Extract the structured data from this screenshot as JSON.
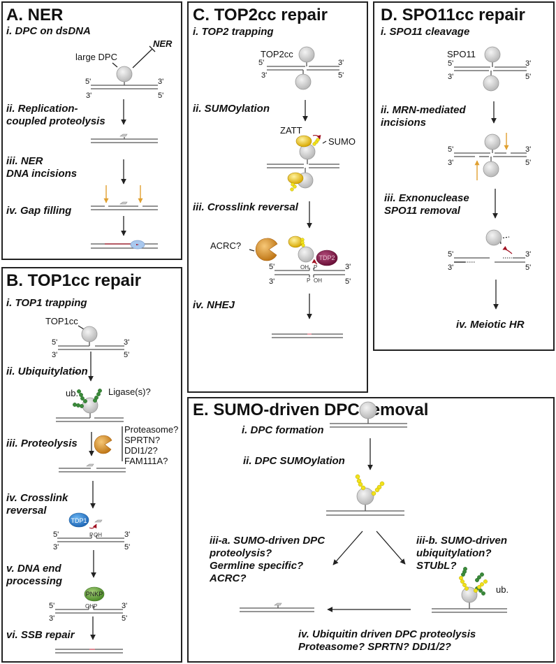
{
  "figure": {
    "colors": {
      "dna": "#555555",
      "protein": "#d0d0d0",
      "incision_arrow": "#e0a030",
      "repair_arrow": "#a01020",
      "ubiquitin": "#3a8a3a",
      "sumo": "#f2e21a",
      "zatt": "#e8c020",
      "protease": "#e09a30",
      "tdp1": "#2f86d6",
      "tdp2": "#8a1e4e",
      "pnkp": "#6aa83a",
      "polymerase": "#a9c8ee"
    },
    "ends": {
      "five": "5'",
      "three": "3'"
    },
    "panels": {
      "A": {
        "title": "A. NER",
        "steps": [
          "i. DPC on dsDNA",
          "ii. Replication-\ncoupled proteolysis",
          "iii. NER\nDNA incisions",
          "iv. Gap filling"
        ],
        "labels": {
          "large_dpc": "large DPC",
          "ner": "NER"
        }
      },
      "B": {
        "title": "B. TOP1cc repair",
        "steps": [
          "i. TOP1 trapping",
          "ii. Ubiquitylation",
          "iii. Proteolysis",
          "iv. Crosslink\nreversal",
          "v. DNA end\nprocessing",
          "vi. SSB repair"
        ],
        "labels": {
          "top1cc": "TOP1cc",
          "ub": "ub.",
          "ligases": "Ligase(s)?",
          "proteases": [
            "Proteasome?",
            "SPRTN?",
            "DDI1/2?",
            "FAM111A?"
          ],
          "tdp1": "TDP1",
          "pnkp": "PNKP",
          "p": "P",
          "oh": "OH"
        }
      },
      "C": {
        "title": "C. TOP2cc repair",
        "steps": [
          "i. TOP2 trapping",
          "ii. SUMOylation",
          "iii. Crosslink reversal",
          "iv. NHEJ"
        ],
        "labels": {
          "top2cc": "TOP2cc",
          "zatt": "ZATT",
          "sumo": "SUMO",
          "acrc": "ACRC?",
          "tdp2": "TDP2",
          "p": "P",
          "oh": "OH"
        }
      },
      "D": {
        "title": "D. SPO11cc repair",
        "steps": [
          "i. SPO11 cleavage",
          "ii. MRN-mediated\nincisions",
          "iii. Exnonuclease\nSPO11 removal",
          "iv. Meiotic HR"
        ],
        "labels": {
          "spo11": "SPO11"
        }
      },
      "E": {
        "title": "E. SUMO-driven DPC removal",
        "steps": [
          "i. DPC formation",
          "ii. DPC SUMOylation",
          "iii-a. SUMO-driven DPC\nproteolysis?\nGermline specific?\nACRC?",
          "iii-b. SUMO-driven\nubiquitylation?\nSTUbL?",
          "iv. Ubiquitin driven DPC proteolysis\nProteasome? SPRTN? DDI1/2?"
        ],
        "labels": {
          "ub": "ub."
        }
      }
    }
  }
}
